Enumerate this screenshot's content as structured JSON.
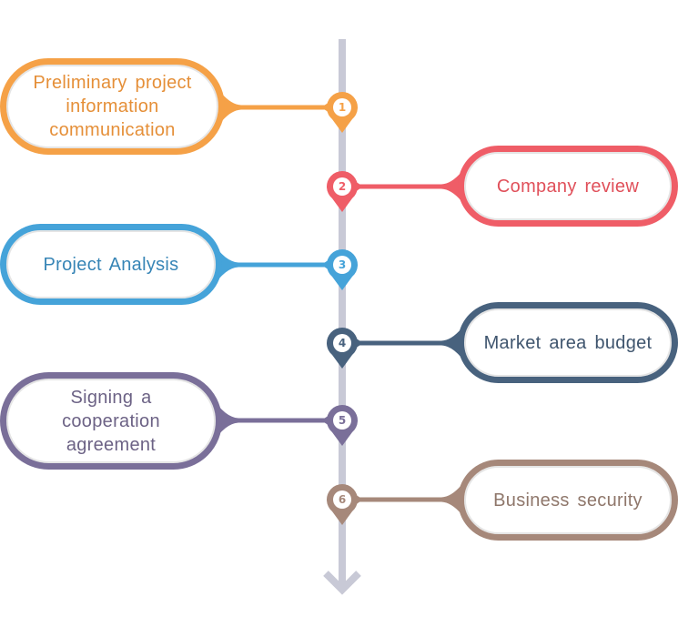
{
  "diagram": {
    "type": "vertical-timeline",
    "axis_color": "#c8c9d6",
    "steps": [
      {
        "number": "1",
        "label": "Preliminary project information communication",
        "lines": [
          "Preliminary project",
          "information",
          "communication"
        ],
        "side": "left",
        "color": "#f5a147",
        "text_color": "#e58f38"
      },
      {
        "number": "2",
        "label": "Company review",
        "lines": [
          "Company review"
        ],
        "side": "right",
        "color": "#ef5d67",
        "text_color": "#e0505a"
      },
      {
        "number": "3",
        "label": "Project Analysis",
        "lines": [
          "Project Analysis"
        ],
        "side": "left",
        "color": "#45a3d9",
        "text_color": "#3785b6"
      },
      {
        "number": "4",
        "label": "Market area budget",
        "lines": [
          "Market area budget"
        ],
        "side": "right",
        "color": "#48627e",
        "text_color": "#3f556e"
      },
      {
        "number": "5",
        "label": "Signing a cooperation agreement",
        "lines": [
          "Signing a",
          "cooperation",
          "agreement"
        ],
        "side": "left",
        "color": "#7a6f99",
        "text_color": "#6c6285"
      },
      {
        "number": "6",
        "label": "Business security",
        "lines": [
          "Business security"
        ],
        "side": "right",
        "color": "#a6887a",
        "text_color": "#8f776b"
      }
    ]
  }
}
